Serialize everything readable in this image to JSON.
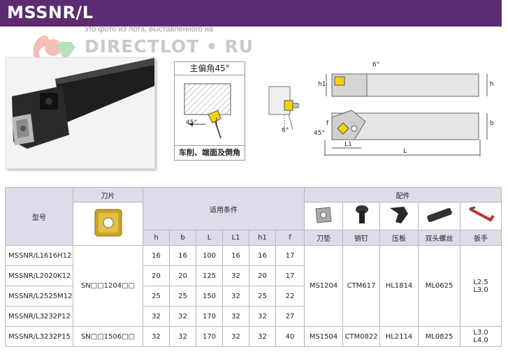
{
  "header": {
    "title": "MSSNR/L"
  },
  "watermark": {
    "line1": "это фото из лота, выставленного на",
    "logo": "DIRECTLOT • RU"
  },
  "diagram1": {
    "caption": "主偏角45°",
    "angle": "45°",
    "footer": "车削、端面及倒角"
  },
  "diagram2": {
    "angle": "6°"
  },
  "diagram3": {
    "angle_top": "6°",
    "h1": "h1",
    "h": "h",
    "f": "f",
    "b": "b",
    "angle45": "45°",
    "L1": "L1",
    "L": "L"
  },
  "table": {
    "col_model": "型号",
    "col_insert": "刀片",
    "col_conditions": "适用条件",
    "col_parts": "配件",
    "sub_cols": [
      "h",
      "b",
      "L",
      "L1",
      "h1",
      "f"
    ],
    "parts_cols": [
      "刀垫",
      "销钉",
      "压板",
      "双头螺丝",
      "扳手"
    ],
    "parts_icons": [
      "shim-icon",
      "pin-icon",
      "clamp-icon",
      "screw-icon",
      "wrench-icon"
    ],
    "rows": [
      {
        "model": "MSSNR/L1616H12",
        "values": [
          "16",
          "16",
          "100",
          "16",
          "16",
          "17"
        ]
      },
      {
        "model": "MSSNR/L2020K12",
        "values": [
          "20",
          "20",
          "125",
          "32",
          "20",
          "17"
        ]
      },
      {
        "model": "MSSNR/L2525M12",
        "values": [
          "25",
          "25",
          "150",
          "32",
          "25",
          "22"
        ]
      },
      {
        "model": "MSSNR/L3232P12",
        "values": [
          "32",
          "32",
          "170",
          "32",
          "32",
          "27"
        ]
      },
      {
        "model": "MSSNR/L3232P15",
        "values": [
          "32",
          "32",
          "170",
          "32",
          "32",
          "40"
        ]
      }
    ],
    "group1": {
      "insert": "SN□□1204□□",
      "shim": "MS1204",
      "pin": "CTM617",
      "clamp": "HL1814",
      "screw": "ML0625",
      "wrench": "L2.5\nL3.0"
    },
    "group2": {
      "insert": "SN□□1506□□",
      "shim": "MS1504",
      "pin": "CTM0822",
      "clamp": "HL2114",
      "screw": "ML0825",
      "wrench": "L3.0\nL4.0"
    }
  },
  "colors": {
    "header_bg": "#5b2d70",
    "table_header_bg": "#dcdcea",
    "insert_yellow": "#f4d400"
  }
}
